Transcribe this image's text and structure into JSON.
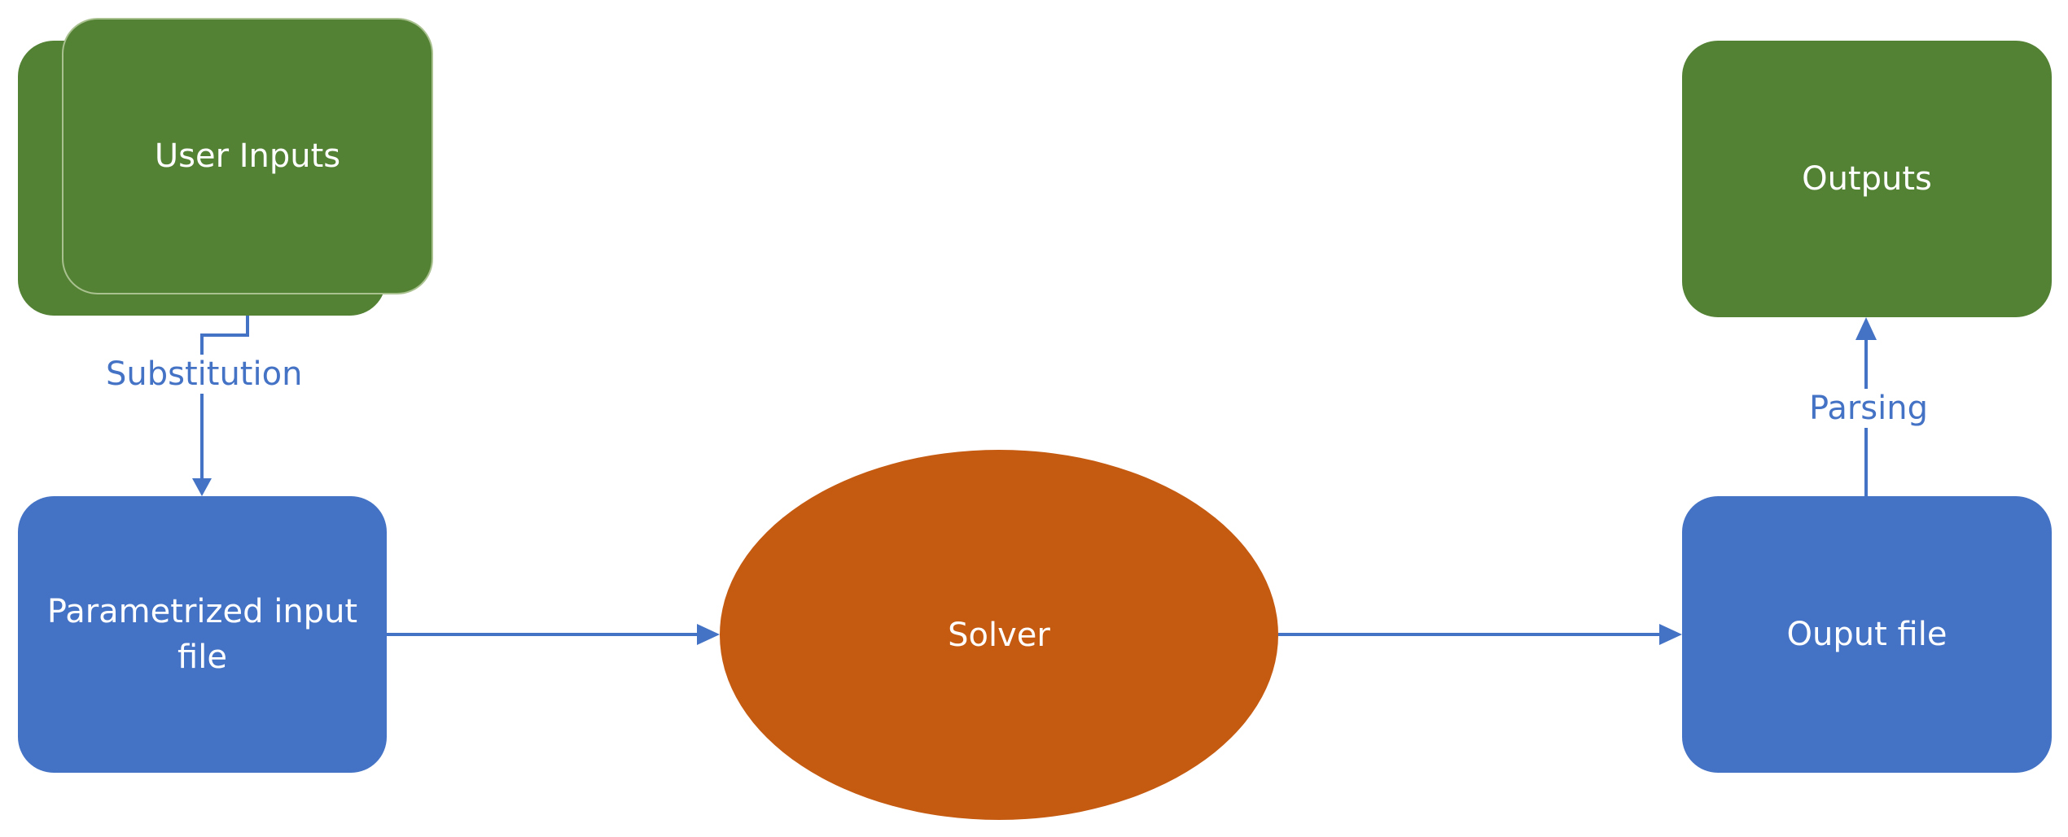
{
  "nodes": {
    "user_inputs": "User Inputs",
    "parametrized_input_file": "Parametrized input file",
    "solver": "Solver",
    "output_file": "Ouput file",
    "outputs": "Outputs"
  },
  "edges": {
    "substitution": "Substitution",
    "parsing": "Parsing"
  },
  "colors": {
    "green": "#548235",
    "blue": "#4472c4",
    "orange": "#c55a11",
    "connector": "#4472c4"
  }
}
